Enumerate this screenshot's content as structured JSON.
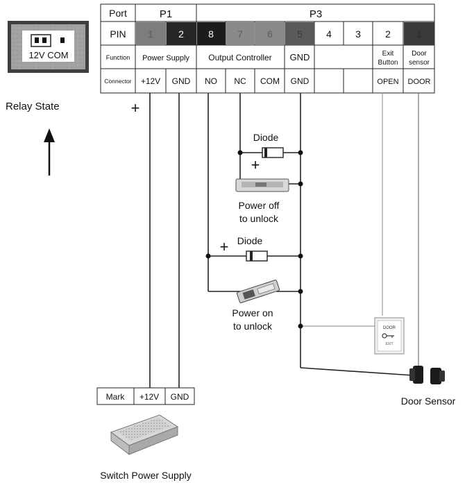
{
  "header": {
    "row_labels": [
      "Port",
      "PIN",
      "Function",
      "Connector"
    ],
    "ports": [
      "P1",
      "P3"
    ],
    "pins": [
      "1",
      "2",
      "8",
      "7",
      "6",
      "5",
      "4",
      "3",
      "2",
      "1"
    ],
    "functions": [
      "Power Supply",
      "Output Controller",
      "GND",
      "Exit",
      "Button",
      "Door",
      "sensor"
    ],
    "connectors": [
      "+12V",
      "GND",
      "NO",
      "NC",
      "COM",
      "GND",
      "",
      "",
      "OPEN",
      "DOOR"
    ]
  },
  "relay": {
    "label": "12V COM",
    "state_caption": "Relay State"
  },
  "wiring": {
    "plus_sign": "+",
    "diode_label": "Diode",
    "lock_power_off": [
      "Power off",
      "to unlock"
    ],
    "lock_power_on": [
      "Power on",
      "to unlock"
    ],
    "exit_button_text": [
      "DOOR",
      "EXIT"
    ],
    "door_sensor_label": "Door Sensor"
  },
  "power_supply": {
    "terminals": [
      "Mark",
      "+12V",
      "GND"
    ],
    "label": "Switch Power Supply"
  },
  "colors": {
    "pin_1": "#7d7d7d",
    "pin_2": "#262626",
    "pin_8": "#1c1c1c",
    "pin_7": "#8a8a8a",
    "pin_6": "#8a8a8a",
    "pin_5": "#5a5a5a",
    "pin_1_door": "#3a3a3a",
    "wire": "#222222",
    "faint_wire": "#9a9a9a"
  }
}
